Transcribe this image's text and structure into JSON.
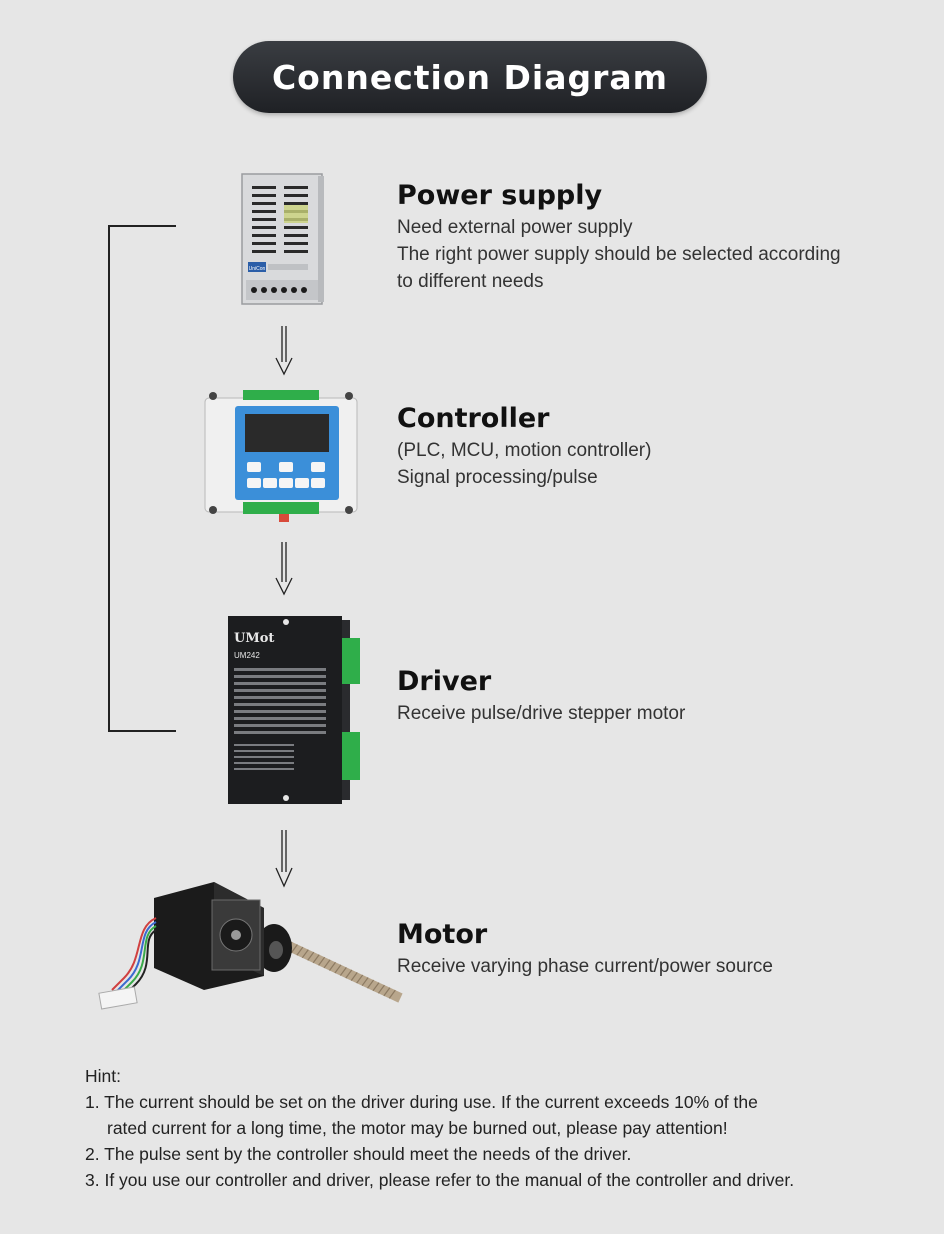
{
  "header": {
    "title": "Connection Diagram"
  },
  "stages": [
    {
      "title": "Power supply",
      "lines": [
        "Need external power supply",
        "The right power supply should be selected according",
        "to different needs"
      ]
    },
    {
      "title": "Controller",
      "lines": [
        "(PLC, MCU, motion controller)",
        "Signal processing/pulse"
      ]
    },
    {
      "title": "Driver",
      "lines": [
        "Receive pulse/drive stepper motor"
      ]
    },
    {
      "title": "Motor",
      "lines": [
        "Receive varying phase current/power source"
      ]
    }
  ],
  "devices": {
    "power_supply_brand": "UniCon",
    "driver_brand": "UMot",
    "driver_model": "UM242"
  },
  "hint": {
    "label": "Hint:",
    "items": [
      "1. The current should be set on the driver during use. If the current exceeds 10% of the",
      "rated current for a long time, the motor may be burned out, please pay attention!",
      "2. The pulse sent by the controller should meet the needs of the driver.",
      "3. If you use our controller and driver, please refer to the manual of the controller and driver."
    ]
  },
  "colors": {
    "banner": "#2b2d31",
    "background": "#e6e6e6",
    "controller_panel": "#3b8fd9",
    "terminal_green": "#2fae4a"
  }
}
